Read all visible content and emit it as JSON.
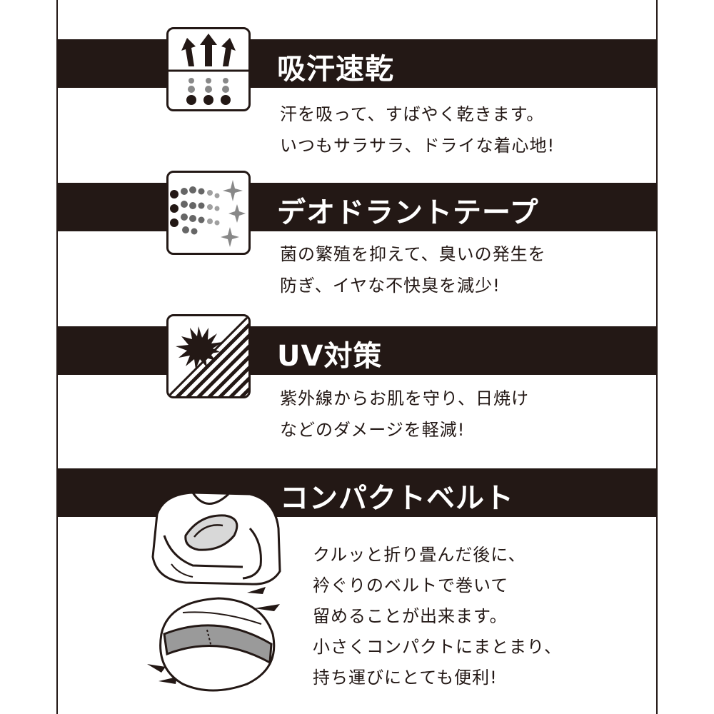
{
  "features": [
    {
      "icon": "quick-dry-arrows-icon",
      "title": "吸汗速乾",
      "desc_lines": [
        "汗を吸って、すばやく乾きます。",
        "いつもサラサラ、ドライな着心地!"
      ]
    },
    {
      "icon": "deodorant-sparkle-icon",
      "title": "デオドラントテープ",
      "desc_lines": [
        "菌の繁殖を抑えて、臭いの発生を",
        "防ぎ、イヤな不快臭を減少!"
      ]
    },
    {
      "icon": "uv-sun-shield-icon",
      "title": "UV対策",
      "desc_lines": [
        "紫外線からお肌を守り、日焼け",
        "などのダメージを軽減!"
      ]
    },
    {
      "icon": "compact-belt-illustration",
      "title": "コンパクトベルト",
      "desc_lines": [
        "クルッと折り畳んだ後に、",
        "衿ぐりのベルトで巻いて",
        "留めることが出来ます。",
        "小さくコンパクトにまとまり、",
        "持ち運びにとても便利!"
      ]
    }
  ],
  "colors": {
    "ink": "#231815",
    "background": "#ffffff",
    "belt_gray": "#9a9a9a"
  }
}
